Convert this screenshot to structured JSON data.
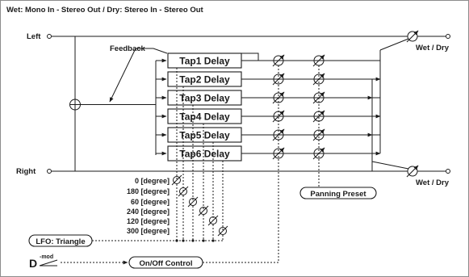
{
  "title": "Wet: Mono In - Stereo Out / Dry: Stereo In - Stereo Out",
  "inputs": {
    "left": "Left",
    "right": "Right"
  },
  "feedback_label": "Feedback",
  "taps": [
    "Tap1 Delay",
    "Tap2 Delay",
    "Tap3 Delay",
    "Tap4 Delay",
    "Tap5 Delay",
    "Tap6 Delay"
  ],
  "lfo_phases": [
    "0 [degree]",
    "180 [degree]",
    "60 [degree]",
    "240 [degree]",
    "120 [degree]",
    "300 [degree]"
  ],
  "lfo_label": "LFO: Triangle",
  "panning_label": "Panning Preset",
  "onoff_label": "On/Off Control",
  "dmod_letter": "D",
  "dmod_sup": "-mod",
  "wet_dry_label": "Wet / Dry"
}
